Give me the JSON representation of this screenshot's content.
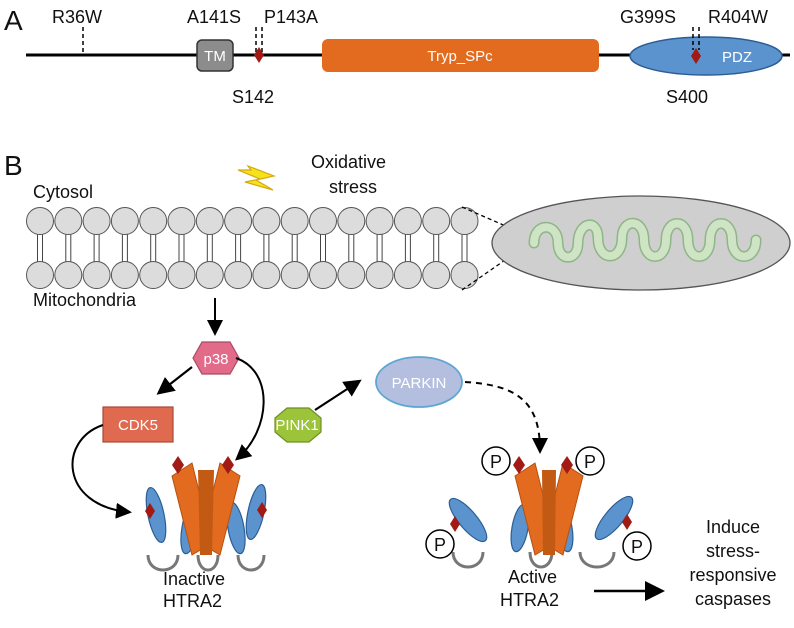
{
  "panel_a": {
    "label": "A",
    "mutations": {
      "r36w": "R36W",
      "a141s": "A141S",
      "p143a": "P143A",
      "g399s": "G399S",
      "r404w": "R404W"
    },
    "phosphosites": {
      "s142": "S142",
      "s400": "S400"
    },
    "domains": {
      "tm": "TM",
      "tryp": "Tryp_SPc",
      "pdz": "PDZ"
    },
    "colors": {
      "tm": "#8c8c8c",
      "tryp": "#e26b1f",
      "pdz": "#5b93cf",
      "site": "#a11a14"
    }
  },
  "panel_b": {
    "label": "B",
    "cytosol": "Cytosol",
    "mitochondria": "Mitochondria",
    "stress": {
      "line1": "Oxidative",
      "line2": "stress"
    },
    "nodes": {
      "p38": "p38",
      "cdk5": "CDK5",
      "pink1": "PINK1",
      "parkin": "PARKIN"
    },
    "phospho_mark": "P",
    "inactive": {
      "line1": "Inactive",
      "line2": "HTRA2"
    },
    "active": {
      "line1": "Active",
      "line2": "HTRA2"
    },
    "outcome": {
      "line1": "Induce",
      "line2": "stress-",
      "line3": "responsive",
      "line4": "caspases"
    },
    "colors": {
      "p38": "#e26b8a",
      "cdk5": "#e06a50",
      "pink1": "#9cc43a",
      "parkin": "#b4bfdf",
      "membrane": "#dcdcdc",
      "mito": "#cfcfcf",
      "cristae": "#cfe3c5",
      "lightning": "#f4e31a"
    }
  }
}
